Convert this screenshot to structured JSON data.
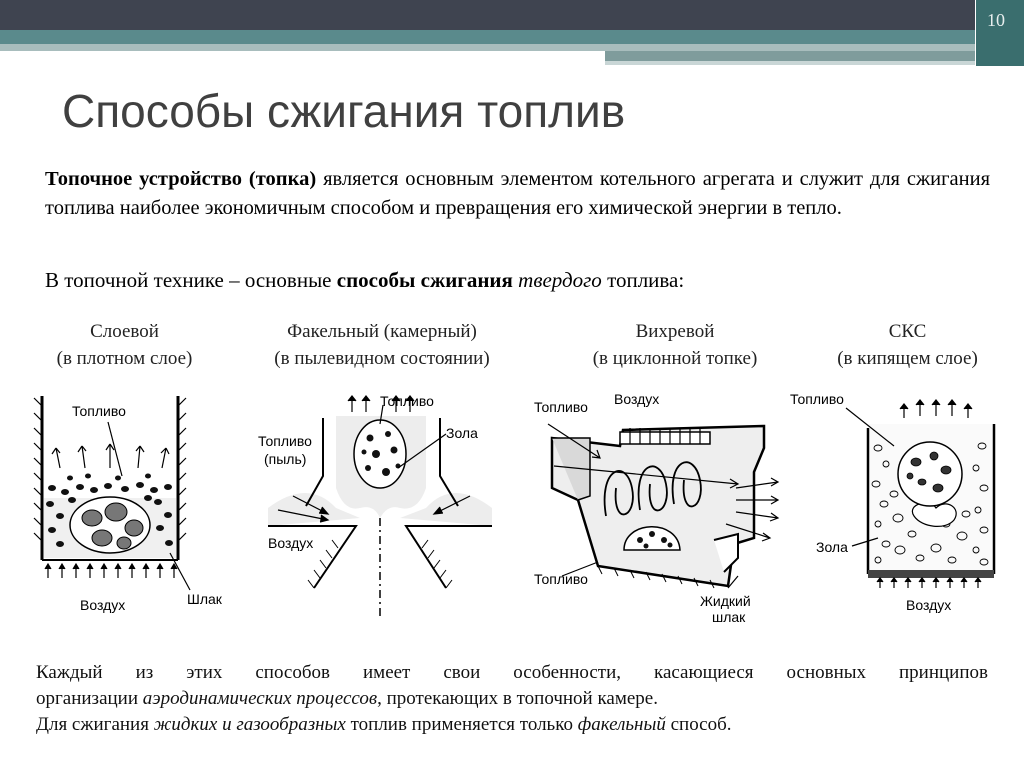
{
  "slide": {
    "page_number": "10",
    "title": "Способы сжигания топлив"
  },
  "intro": {
    "bold_term": "Топочное устройство (топка)",
    "text": " является основным элементом котельного агрегата и служит для сжигания топлива наиболее экономичным способом и превращения его химической энергии в тепло."
  },
  "lead": {
    "part1": "В топочной технике – основные ",
    "bold": "способы сжигания",
    "italic": "твердого",
    "part2": " топлива:"
  },
  "methods": [
    {
      "name": "Слоевой",
      "note": "(в плотном слое)"
    },
    {
      "name": "Факельный (камерный)",
      "note": "(в пылевидном состоянии)"
    },
    {
      "name": "Вихревой",
      "note": "(в циклонной топке)"
    },
    {
      "name": "СКС",
      "note": "(в кипящем слое)"
    }
  ],
  "diagram_labels": {
    "layer_fuel": "Топливо",
    "layer_air": "Воздух",
    "layer_slag": "Шлак",
    "flame_fuel": "Топливо",
    "flame_dust_fuel": "Топливо",
    "flame_dust": "(пыль)",
    "flame_ash": "Зола",
    "flame_air": "Воздух",
    "vortex_fuel_top": "Топливо",
    "vortex_air": "Воздух",
    "vortex_fuel_bottom": "Топливо",
    "vortex_liquid": "Жидкий",
    "vortex_slag": "шлак",
    "fluid_fuel": "Топливо",
    "fluid_ash": "Зола",
    "fluid_air": "Воздух"
  },
  "closing": {
    "line1": "Каждый из этих способов имеет свои особенности, касающиеся основных принципов",
    "line2_a": "организации ",
    "line2_i": "аэродинамических процессов",
    "line2_b": ", протекающих в топочной камере.",
    "line3_a": "Для сжигания ",
    "line3_i1": "жидких и газообразных",
    "line3_b": " топлив применяется только ",
    "line3_i2": "факельный",
    "line3_c": " способ."
  }
}
